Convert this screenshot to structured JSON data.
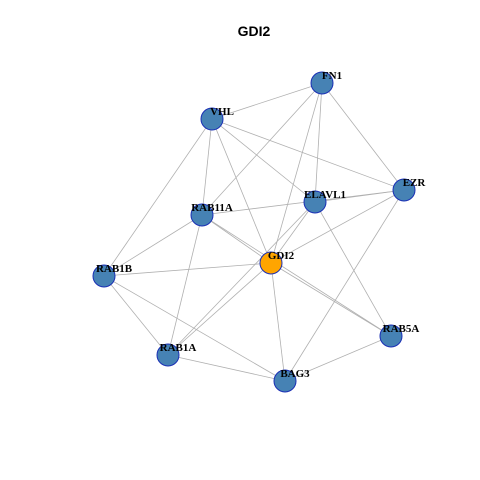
{
  "title": "GDI2",
  "colors": {
    "node_fill": "#4682B4",
    "node_highlight": "#FFA500",
    "node_stroke": "#1a2fb5",
    "edge": "#b0b0b0"
  },
  "nodes": [
    {
      "id": "FN1",
      "label": "FN1",
      "highlight": false
    },
    {
      "id": "VHL",
      "label": "VHL",
      "highlight": false
    },
    {
      "id": "EZR",
      "label": "EZR",
      "highlight": false
    },
    {
      "id": "ELAVL1",
      "label": "ELAVL1",
      "highlight": false
    },
    {
      "id": "RAB11A",
      "label": "RAB11A",
      "highlight": false
    },
    {
      "id": "GDI2",
      "label": "GDI2",
      "highlight": true
    },
    {
      "id": "RAB1B",
      "label": "RAB1B",
      "highlight": false
    },
    {
      "id": "RAB5A",
      "label": "RAB5A",
      "highlight": false
    },
    {
      "id": "RAB1A",
      "label": "RAB1A",
      "highlight": false
    },
    {
      "id": "BAG3",
      "label": "BAG3",
      "highlight": false
    }
  ],
  "edges": [
    [
      "FN1",
      "VHL"
    ],
    [
      "FN1",
      "EZR"
    ],
    [
      "FN1",
      "ELAVL1"
    ],
    [
      "FN1",
      "RAB11A"
    ],
    [
      "FN1",
      "GDI2"
    ],
    [
      "VHL",
      "EZR"
    ],
    [
      "VHL",
      "ELAVL1"
    ],
    [
      "VHL",
      "RAB11A"
    ],
    [
      "VHL",
      "GDI2"
    ],
    [
      "VHL",
      "RAB1B"
    ],
    [
      "EZR",
      "ELAVL1"
    ],
    [
      "EZR",
      "RAB11A"
    ],
    [
      "EZR",
      "GDI2"
    ],
    [
      "EZR",
      "BAG3"
    ],
    [
      "ELAVL1",
      "GDI2"
    ],
    [
      "ELAVL1",
      "RAB5A"
    ],
    [
      "ELAVL1",
      "RAB1A"
    ],
    [
      "RAB11A",
      "GDI2"
    ],
    [
      "RAB11A",
      "RAB1B"
    ],
    [
      "RAB11A",
      "RAB1A"
    ],
    [
      "RAB11A",
      "RAB5A"
    ],
    [
      "GDI2",
      "RAB1B"
    ],
    [
      "GDI2",
      "RAB5A"
    ],
    [
      "GDI2",
      "RAB1A"
    ],
    [
      "GDI2",
      "BAG3"
    ],
    [
      "RAB1B",
      "RAB1A"
    ],
    [
      "RAB1B",
      "BAG3"
    ],
    [
      "RAB1A",
      "BAG3"
    ],
    [
      "RAB5A",
      "BAG3"
    ]
  ]
}
